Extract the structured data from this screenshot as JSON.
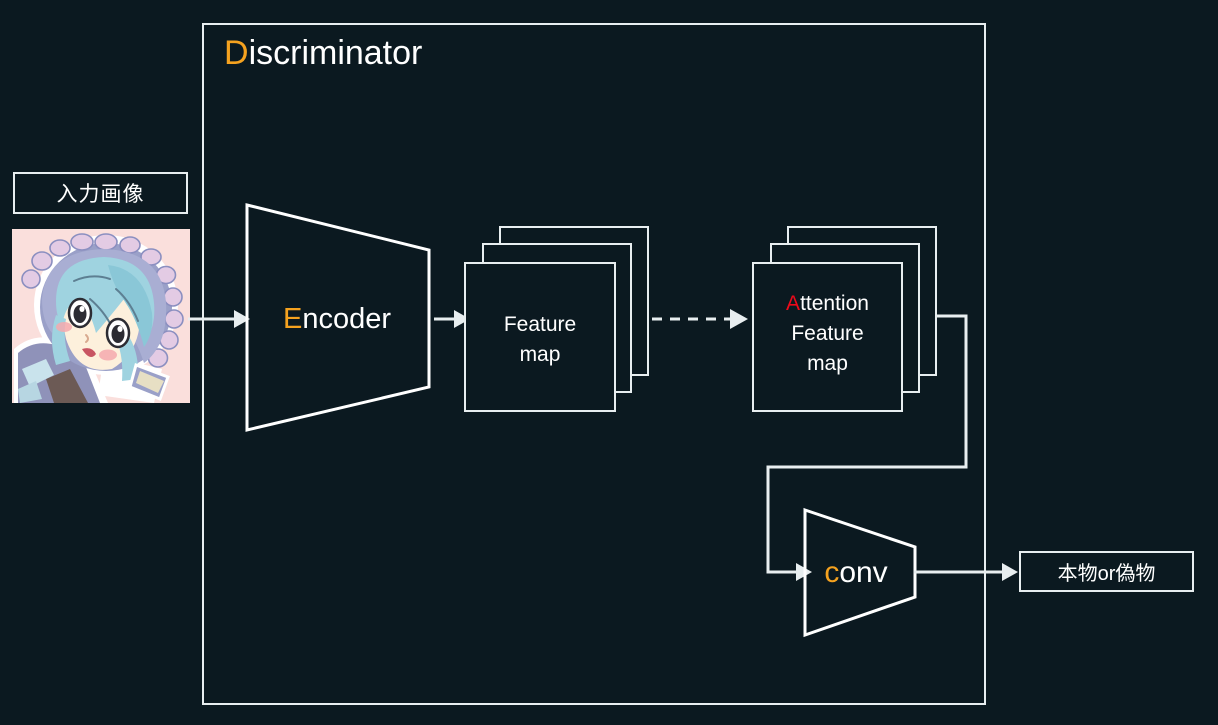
{
  "diagram": {
    "background_color": "#0b1920",
    "stroke_color": "#e8eef0",
    "accent_orange": "#f5a21f",
    "accent_red": "#ee0a1a",
    "container": {
      "title_accent_char": "D",
      "title_rest": "iscriminator"
    },
    "input": {
      "label": "入力画像",
      "thumbnail_alt": "anime-character-portrait"
    },
    "encoder": {
      "accent_char": "E",
      "rest": "ncoder"
    },
    "feature_map": {
      "line1": "Feature",
      "line2": "map"
    },
    "attention_feature_map": {
      "accent_char": "A",
      "line1_rest": "ttention",
      "line2": "Feature",
      "line3": "map"
    },
    "conv": {
      "accent_char": "c",
      "rest": "onv"
    },
    "output": {
      "label": "本物or偽物"
    },
    "connectors": {
      "input_to_encoder": "solid-arrow",
      "encoder_to_feature_map": "solid-arrow",
      "feature_map_to_attention": "dashed-arrow",
      "attention_to_conv": "solid-elbow-arrow",
      "conv_to_output": "solid-arrow"
    }
  }
}
